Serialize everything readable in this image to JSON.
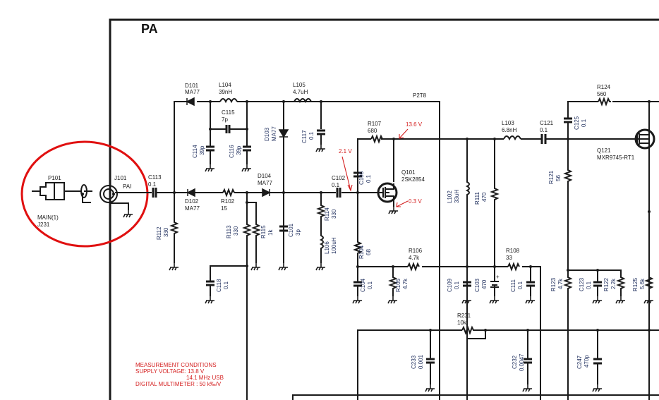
{
  "section_title": "PA",
  "net_label": "P2T8",
  "connectors": {
    "p101": {
      "ref": "P101",
      "note1": "MAIN(1)",
      "note2": "J231"
    },
    "j101": {
      "ref": "J101",
      "net": "PAI"
    }
  },
  "components": {
    "C113": {
      "ref": "C113",
      "value": "0.1"
    },
    "D101": {
      "ref": "D101",
      "value": "MA77"
    },
    "L104": {
      "ref": "L104",
      "value": "39nH"
    },
    "C115": {
      "ref": "C115",
      "value": "7p"
    },
    "C114": {
      "ref": "C114",
      "value": "39p"
    },
    "C116": {
      "ref": "C116",
      "value": "39p"
    },
    "L105": {
      "ref": "L105",
      "value": "4.7uH"
    },
    "D103": {
      "ref": "D103",
      "value": "MA77"
    },
    "C117": {
      "ref": "C117",
      "value": "0.1"
    },
    "D102": {
      "ref": "D102",
      "value": "MA77"
    },
    "R102": {
      "ref": "R102",
      "value": "15"
    },
    "D104": {
      "ref": "D104",
      "value": "MA77"
    },
    "R112": {
      "ref": "R112",
      "value": "330"
    },
    "R113": {
      "ref": "R113",
      "value": "330"
    },
    "R115": {
      "ref": "R115",
      "value": "1k"
    },
    "C101": {
      "ref": "C101",
      "value": "3p"
    },
    "R114": {
      "ref": "R114",
      "value": "330"
    },
    "L106": {
      "ref": "L106",
      "value": "100uH"
    },
    "C118": {
      "ref": "C118",
      "value": "0.1"
    },
    "C102": {
      "ref": "C102",
      "value": "0.1"
    },
    "R107": {
      "ref": "R107",
      "value": "680"
    },
    "C106": {
      "ref": "C106",
      "value": "0.1"
    },
    "Q101": {
      "ref": "Q101",
      "value": "2SK2854"
    },
    "R104": {
      "ref": "R104",
      "value": "68"
    },
    "R106": {
      "ref": "R106",
      "value": "4.7k"
    },
    "C104": {
      "ref": "C104",
      "value": "0.1"
    },
    "R105": {
      "ref": "R105",
      "value": "4.7k"
    },
    "L102": {
      "ref": "L102",
      "value": "33uH"
    },
    "R111": {
      "ref": "R111",
      "value": "470"
    },
    "L103": {
      "ref": "L103",
      "value": "6.8nH"
    },
    "C121": {
      "ref": "C121",
      "value": "0.1"
    },
    "C109": {
      "ref": "C109",
      "value": "0.1"
    },
    "C103": {
      "ref": "C103",
      "value": "470"
    },
    "R108": {
      "ref": "R108",
      "value": "33"
    },
    "C111": {
      "ref": "C111",
      "value": "0.1"
    },
    "R124": {
      "ref": "R124",
      "value": "560"
    },
    "C125": {
      "ref": "C125",
      "value": "0.1"
    },
    "Q121": {
      "ref": "Q121",
      "value": "MXR9745-RT1"
    },
    "R121": {
      "ref": "R121",
      "value": "56"
    },
    "R123": {
      "ref": "R123",
      "value": "4.7k"
    },
    "C123": {
      "ref": "C123",
      "value": "0.1"
    },
    "R122": {
      "ref": "R122",
      "value": "2.2k"
    },
    "R125": {
      "ref": "R125",
      "value": "5.6k"
    },
    "R231": {
      "ref": "R231",
      "value": "10k"
    },
    "C233": {
      "ref": "C233",
      "value": "0.001"
    },
    "C232": {
      "ref": "C232",
      "value": "0.0047"
    },
    "C247": {
      "ref": "C247",
      "value": "470p"
    }
  },
  "voltages": {
    "gate": "2.1 V",
    "drain": "13.6 V",
    "source": "0.3 V"
  },
  "measurement": {
    "heading": "MEASUREMENT CONDITIONS",
    "supply": "SUPPLY VOLTAGE: 13.8 V",
    "freq": "14.1 MHz USB",
    "meter": "DIGITAL MULTIMETER : 50 k‰/V"
  },
  "colors": {
    "annotation": "#d42020",
    "highlight_circle": "#e01010"
  }
}
